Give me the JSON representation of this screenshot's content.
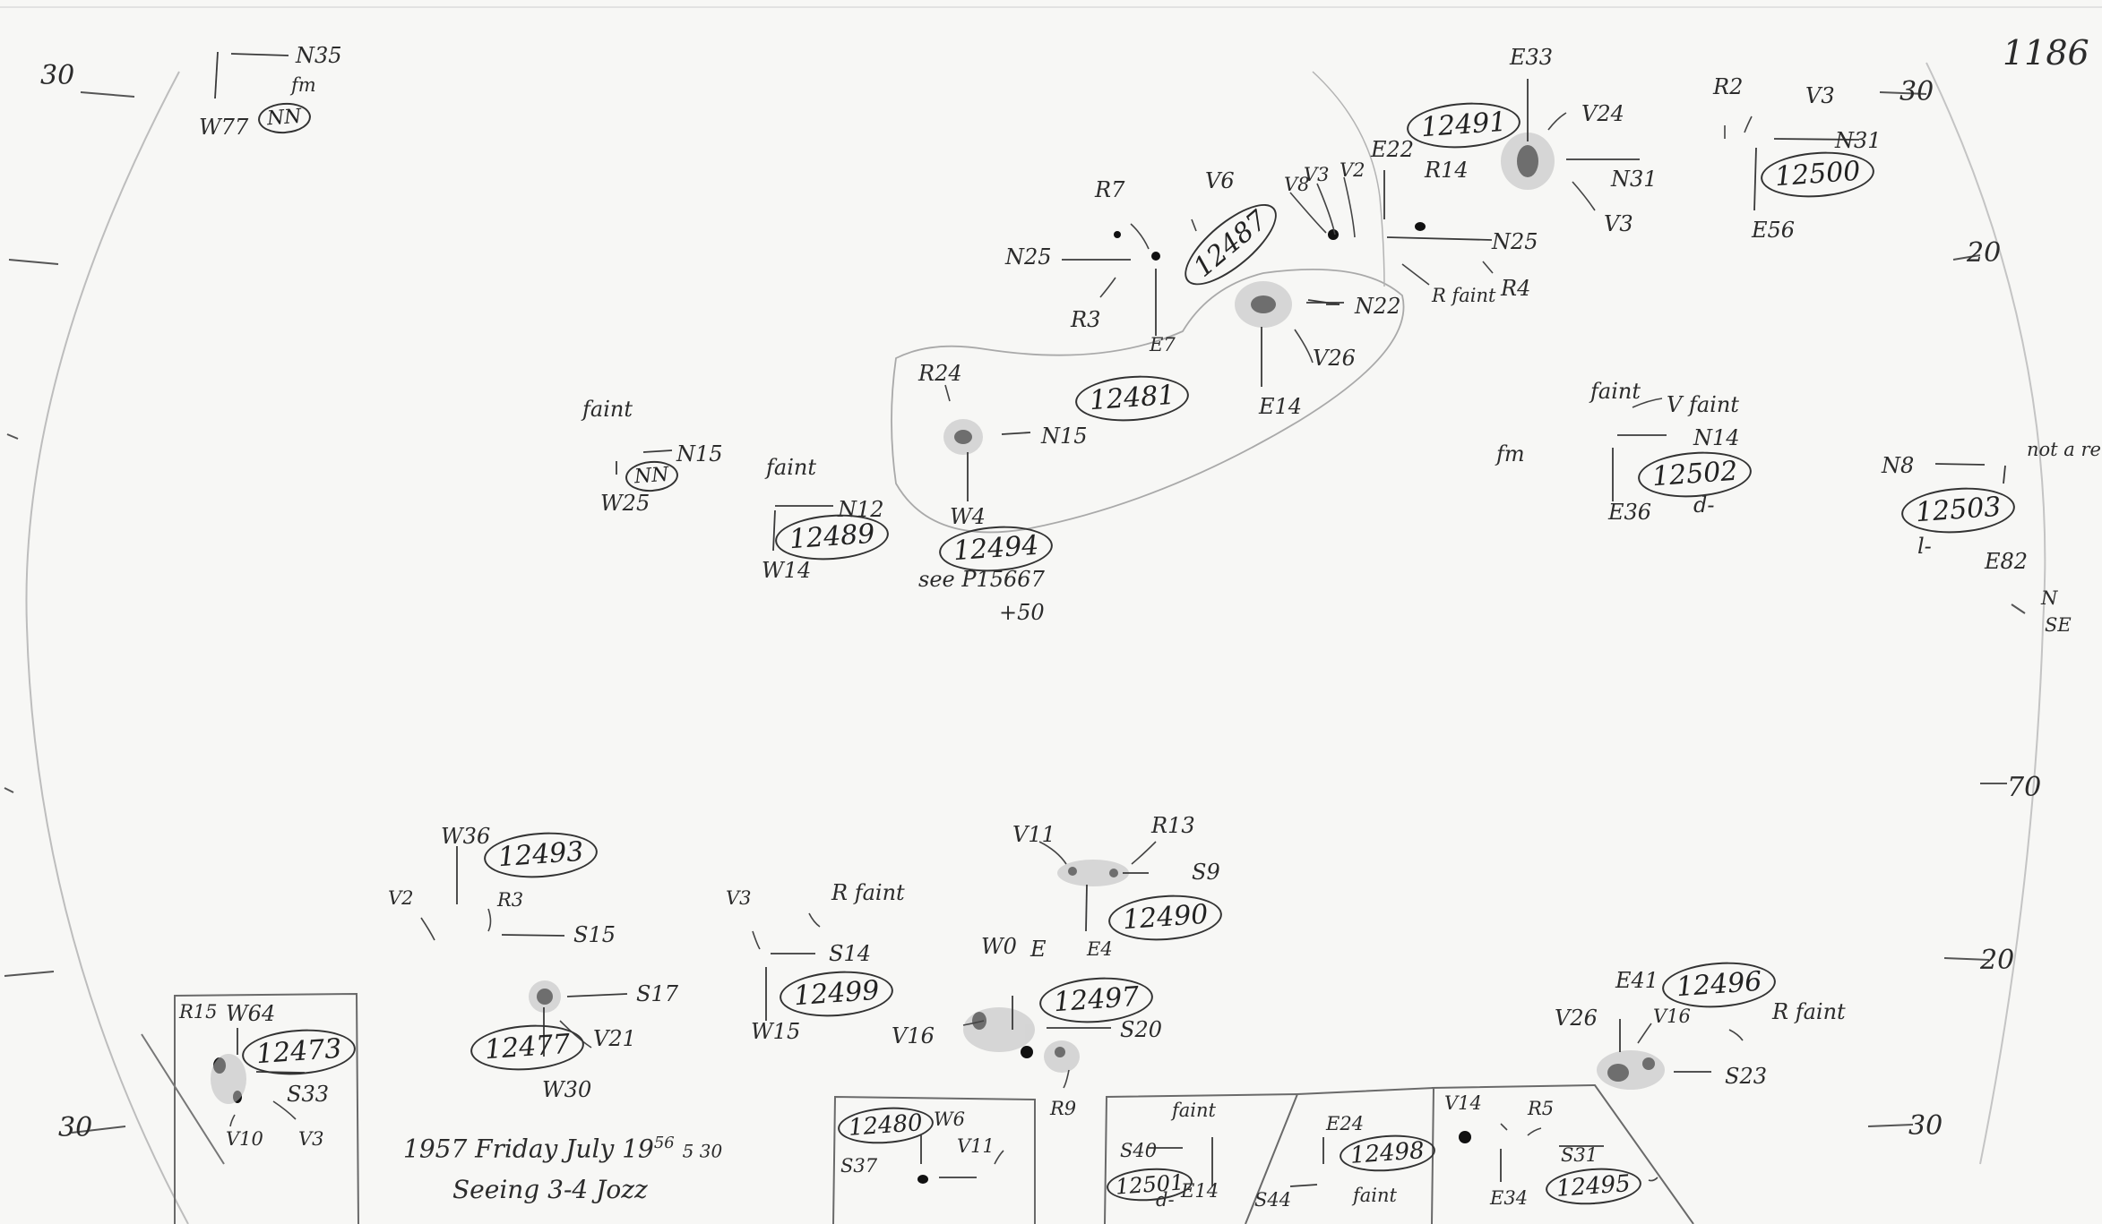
{
  "page": {
    "page_number": "1186",
    "scale_ticks": [
      "30",
      "20",
      "70",
      "20",
      "30",
      "30"
    ]
  },
  "groups": [
    {
      "id": "NN",
      "labels": [
        "N35",
        "W77",
        "fm"
      ],
      "number": "NN"
    },
    {
      "id": "12487",
      "labels": [
        "R7",
        "V6",
        "N25",
        "E7",
        "R3"
      ],
      "number": "12487"
    },
    {
      "id": "12491",
      "labels": [
        "E33",
        "V24",
        "N31",
        "V3",
        "E22",
        "R14",
        "N25",
        "R faint",
        "R4",
        "V8",
        "V3",
        "V2"
      ],
      "number": "12491"
    },
    {
      "id": "12500",
      "labels": [
        "R2",
        "V3",
        "N31",
        "E56"
      ],
      "number": "12500"
    },
    {
      "id": "12481",
      "labels": [
        "N22",
        "V26",
        "E14"
      ],
      "number": "12481"
    },
    {
      "id": "12494",
      "labels": [
        "R24",
        "N15",
        "W4",
        "see P15667",
        "+50"
      ],
      "number": "12494"
    },
    {
      "id": "NN2",
      "labels": [
        "faint",
        "N15",
        "W25"
      ],
      "number": "NN"
    },
    {
      "id": "12489",
      "labels": [
        "faint",
        "N12",
        "W14"
      ],
      "number": "12489"
    },
    {
      "id": "12502",
      "labels": [
        "faint",
        "V faint",
        "N14",
        "E36",
        "d-",
        "fm"
      ],
      "number": "12502"
    },
    {
      "id": "12503",
      "labels": [
        "N8",
        "not a return",
        "E82",
        "l-",
        "N",
        "SE"
      ],
      "number": "12503"
    },
    {
      "id": "12493",
      "labels": [
        "W36",
        "R3",
        "V2",
        "S15"
      ],
      "number": "12493"
    },
    {
      "id": "12477",
      "labels": [
        "S17",
        "V21",
        "W30"
      ],
      "number": "12477"
    },
    {
      "id": "12499",
      "labels": [
        "V3",
        "R faint",
        "S14",
        "W15"
      ],
      "number": "12499"
    },
    {
      "id": "12490",
      "labels": [
        "V11",
        "R13",
        "S9",
        "E4"
      ],
      "number": "12490"
    },
    {
      "id": "12497",
      "labels": [
        "W0",
        "E",
        "V16",
        "S20",
        "R9"
      ],
      "number": "12497"
    },
    {
      "id": "12496",
      "labels": [
        "E41",
        "V26",
        "V16",
        "R faint",
        "S23"
      ],
      "number": "12496"
    },
    {
      "id": "12473",
      "labels": [
        "R15",
        "W64",
        "S33",
        "V10",
        "V3"
      ],
      "number": "12473"
    },
    {
      "id": "12480",
      "labels": [
        "W6",
        "V11",
        "S37"
      ],
      "number": "12480"
    },
    {
      "id": "12501",
      "labels": [
        "faint",
        "S40",
        "E14",
        "d-"
      ],
      "number": "12501"
    },
    {
      "id": "12498",
      "labels": [
        "E24",
        "S44",
        "faint"
      ],
      "number": "12498"
    },
    {
      "id": "12495",
      "labels": [
        "V14",
        "R5",
        "S31",
        "E34"
      ],
      "number": "12495"
    }
  ],
  "footer": {
    "date_line": "1957 Friday July 19",
    "date_super": "56",
    "date_sub": "5 30",
    "seeing": "Seeing 3-4 Jozz"
  }
}
